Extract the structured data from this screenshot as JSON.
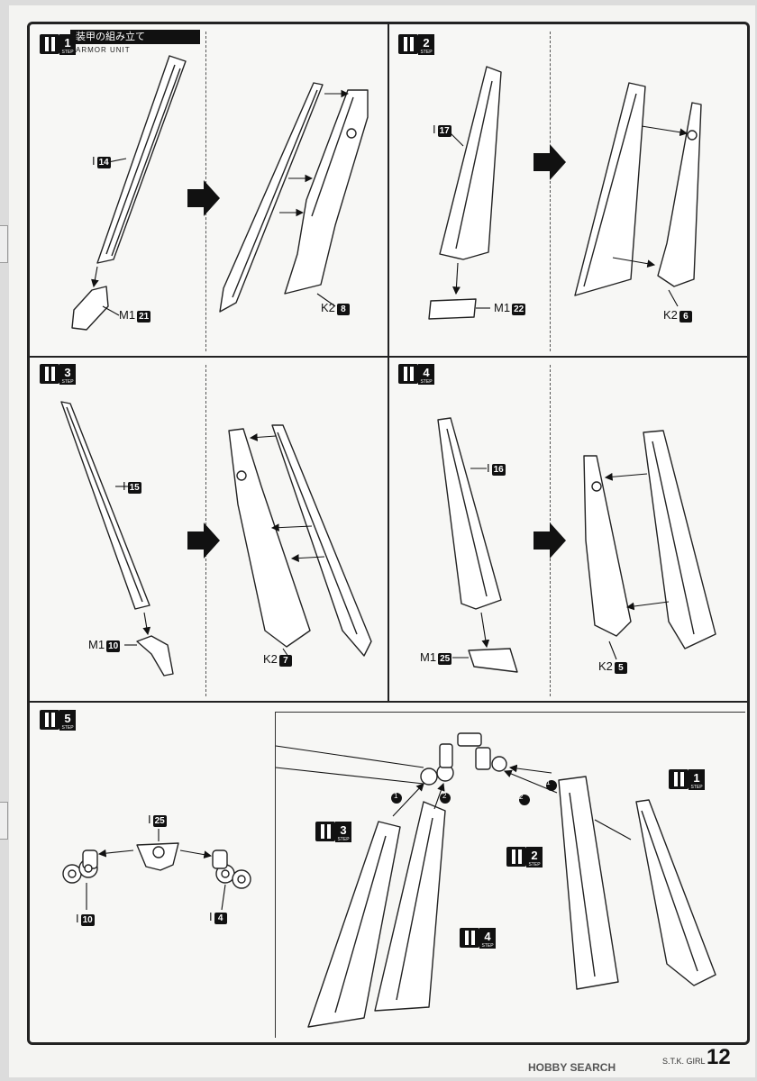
{
  "section": {
    "title": "装甲の組み立て",
    "subtitle": "ARMOR UNIT"
  },
  "step_label": "STEP",
  "steps": [
    {
      "num": "1"
    },
    {
      "num": "2"
    },
    {
      "num": "3"
    },
    {
      "num": "4"
    },
    {
      "num": "5"
    }
  ],
  "markers": [
    "1",
    "2"
  ],
  "labels": {
    "s1_i": {
      "prefix": "I",
      "num": "14"
    },
    "s1_m": {
      "prefix": "M1",
      "num": "21"
    },
    "s1_k": {
      "prefix": "K2",
      "num": "8"
    },
    "s2_i": {
      "prefix": "I",
      "num": "17"
    },
    "s2_m": {
      "prefix": "M1",
      "num": "22"
    },
    "s2_k": {
      "prefix": "K2",
      "num": "6"
    },
    "s3_i": {
      "prefix": "I",
      "num": "15"
    },
    "s3_m": {
      "prefix": "M1",
      "num": "10"
    },
    "s3_k": {
      "prefix": "K2",
      "num": "7"
    },
    "s4_i": {
      "prefix": "I",
      "num": "16"
    },
    "s4_m": {
      "prefix": "M1",
      "num": "25"
    },
    "s4_k": {
      "prefix": "K2",
      "num": "5"
    },
    "s5_i25": {
      "prefix": "I",
      "num": "25"
    },
    "s5_i10": {
      "prefix": "I",
      "num": "10"
    },
    "s5_i4": {
      "prefix": "I",
      "num": "4"
    }
  },
  "footer": {
    "product": "S.T.K. GIRL",
    "page": "12",
    "watermark": "HOBBY SEARCH"
  }
}
